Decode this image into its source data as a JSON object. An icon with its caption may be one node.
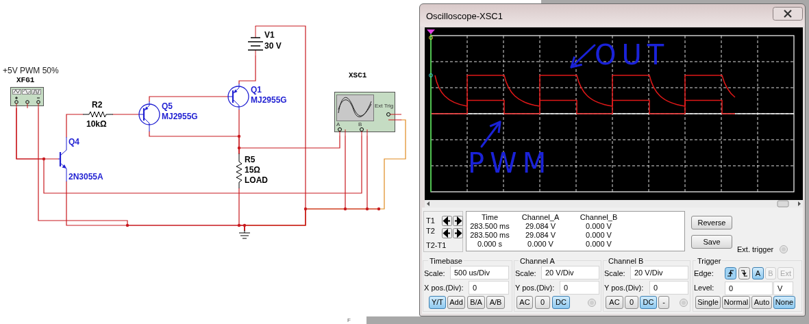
{
  "diagram": {
    "nodes": [
      {
        "text": [
          "+5V PWM 50%",
          "XFG1"
        ]
      },
      {
        "text": [
          "Q4",
          "2N3055A"
        ]
      },
      {
        "text": [
          "R2",
          "10kΩ"
        ]
      },
      {
        "text": [
          "Q5",
          "MJ2955G"
        ]
      },
      {
        "text": [
          "Q1",
          "MJ2955G"
        ]
      },
      {
        "text": [
          "V1",
          "30 V"
        ]
      },
      {
        "text": [
          "R5",
          "15Ω",
          "LOAD"
        ]
      },
      {
        "text": [],
        "shape": "ground"
      },
      {
        "text": [
          "XSC1",
          "Ext Trig",
          "A",
          "B"
        ]
      },
      {
        "text": [
          "OUT"
        ]
      },
      {
        "text": [
          "PWM"
        ]
      }
    ],
    "edges": [
      {
        "from": 0,
        "to": 1,
        "arrow": "none"
      },
      {
        "from": 0,
        "to": 8,
        "arrow": "none"
      },
      {
        "from": 1,
        "to": 2,
        "arrow": "none"
      },
      {
        "from": 2,
        "to": 3,
        "arrow": "none"
      },
      {
        "from": 3,
        "to": 4,
        "arrow": "none"
      },
      {
        "from": 3,
        "to": 6,
        "arrow": "none"
      },
      {
        "from": 4,
        "to": 6,
        "arrow": "none"
      },
      {
        "from": 6,
        "to": 8,
        "arrow": "none"
      },
      {
        "from": 4,
        "to": 5,
        "arrow": "none"
      },
      {
        "from": 0,
        "to": 7,
        "arrow": "none"
      },
      {
        "from": 1,
        "to": 7,
        "arrow": "none"
      },
      {
        "from": 6,
        "to": 7,
        "arrow": "none"
      },
      {
        "from": 5,
        "to": 7,
        "arrow": "none"
      },
      {
        "from": 8,
        "to": 7,
        "arrow": "none"
      },
      {
        "from": 8,
        "to": 7,
        "arrow": "none",
        "color": "#e08a1e"
      },
      {
        "from": 9,
        "to": null,
        "arrow": "to",
        "style": "thick",
        "color": "#1a22d8"
      },
      {
        "from": 10,
        "to": null,
        "arrow": "to",
        "style": "thick",
        "color": "#1a22d8"
      }
    ],
    "labels": [
      "Oscilloscope-XSC1",
      "T1",
      "T2",
      "T2-T1",
      "Time",
      "Channel_A",
      "Channel_B",
      "283.500 ms",
      "29.084 V",
      "0.000 V",
      "283.500 ms",
      "29.084 V",
      "0.000 V",
      "0.000 s",
      "0.000 V",
      "0.000 V",
      "Reverse",
      "Save",
      "Ext. trigger",
      "Timebase",
      "Scale:",
      "500 us/Div",
      "X pos.(Div):",
      "0",
      "Y/T",
      "Add",
      "B/A",
      "A/B",
      "Channel A",
      "Scale:",
      "20 V/Div",
      "Y pos.(Div):",
      "0",
      "AC",
      "0",
      "DC",
      "Channel B",
      "Scale:",
      "20 V/Div",
      "Y pos.(Div):",
      "0",
      "AC",
      "0",
      "DC",
      "-",
      "Trigger",
      "Edge:",
      "A",
      "B",
      "Ext",
      "Level:",
      "0",
      "V",
      "Single",
      "Normal",
      "Auto",
      "None",
      "F"
    ]
  }
}
